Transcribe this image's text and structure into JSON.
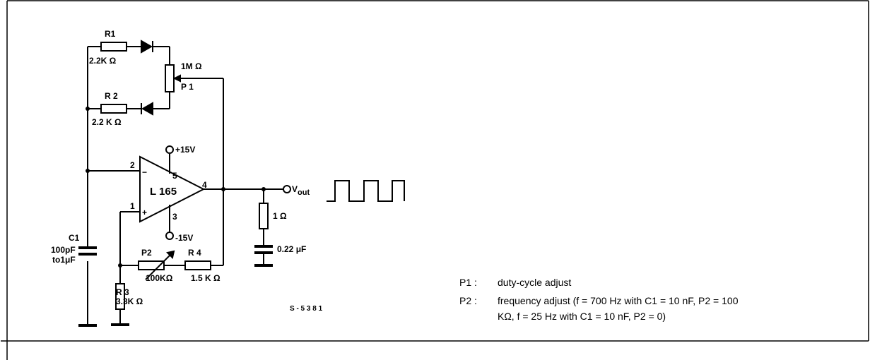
{
  "labels": {
    "r1": "R1",
    "r1_value": "2.2K Ω",
    "r2": "R 2",
    "r2_value": "2.2 K Ω",
    "p1_value": "1M Ω",
    "p1": "P 1",
    "plus_supply": "+15V",
    "minus_supply": "-15V",
    "pin2": "2",
    "pin5": "5",
    "pin4": "4",
    "pin1": "1",
    "pin3": "3",
    "opamp_minus": "−",
    "opamp_plus": "+",
    "opamp": "L 165",
    "vout": "V",
    "vout_sub": "out",
    "c1": "C1",
    "c1_value_1": "100pF",
    "c1_value_2": "to1μF",
    "p2": "P2",
    "p2_value": "100KΩ",
    "r4": "R 4",
    "r4_value": "1.5 K Ω",
    "r3": "R 3",
    "r3_value": "3.3K Ω",
    "out_res": "1 Ω",
    "out_cap": "0.22 μF",
    "drawing_code": "S - 5 3 8 1"
  },
  "notes": {
    "p1_key": "P1 :",
    "p1_text": "duty-cycle adjust",
    "p2_key": "P2 :",
    "p2_text_line1": "frequency adjust (f = 700 Hz with C1 = 10 nF, P2 = 100",
    "p2_text_line2": "KΩ, f = 25 Hz with C1 = 10 nF, P2 = 0)"
  }
}
